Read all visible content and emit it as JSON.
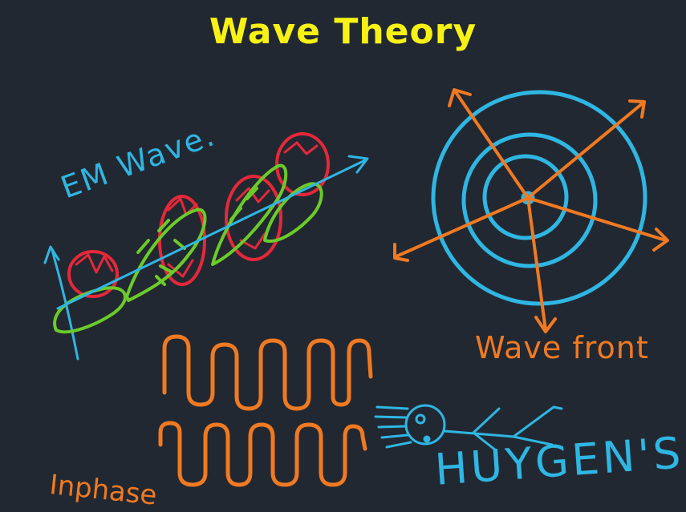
{
  "title": "Wave Theory",
  "labels": {
    "em_wave": "EM Wave.",
    "wavefront": "Wave front",
    "inphase": "Inphase",
    "huygens": "HUYGEN'S"
  },
  "colors": {
    "background": "#222831",
    "title": "#f7f214",
    "blue": "#2fb6e3",
    "red": "#e5283a",
    "green": "#6ccb2a",
    "orange": "#f07a22"
  }
}
